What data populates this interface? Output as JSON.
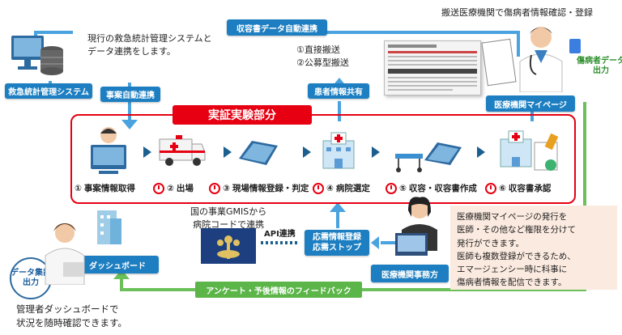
{
  "labels": {
    "auto_link_report": "収容書データ自動連携",
    "system": "救急統計管理システム",
    "auto_link_case": "事案自動連携",
    "patient_share": "患者情報共有",
    "med_mypage": "医療機関マイページ",
    "demo_section": "実証実験部分",
    "dashboard": "ダッシュボード",
    "api_link": "API連携",
    "emergency_stop": "応需情報登録\n応需ストップ",
    "med_office": "医療機関事務方",
    "feedback": "アンケート・予後情報のフィードバック",
    "data_output": "データ集計\n出力",
    "patient_data_output": "傷病者データ\n出力"
  },
  "texts": {
    "current_system": "現行の救急統計管理システムと\nデータ連携をします。",
    "transport_types": "①直接搬送\n②公募型搬送",
    "top_right_caption": "搬送医療機関で傷病者情報確認・登録",
    "gmis": "国の事業GMISから\n病院コードで連携",
    "admin_caption": "管理者ダッシュボードで\n状況を随時確認できます。",
    "info_box": "医療機関マイページの発行を\n医師・その他など権限を分けて\n発行ができます。\n医師も複数登録ができるため、\nエマージェンシー時に科事に\n傷病者情報を配信できます。"
  },
  "steps": [
    {
      "num": "①",
      "label": "事案情報取得"
    },
    {
      "num": "②",
      "label": "出場"
    },
    {
      "num": "③",
      "label": "現場情報登録・判定"
    },
    {
      "num": "④",
      "label": "病院選定"
    },
    {
      "num": "⑤",
      "label": "収容・収容書作成"
    },
    {
      "num": "⑥",
      "label": "収容書承認"
    }
  ],
  "colors": {
    "blue": "#1d7fc1",
    "red": "#e60012",
    "green": "#5bb548",
    "navy": "#1a5f8e"
  }
}
